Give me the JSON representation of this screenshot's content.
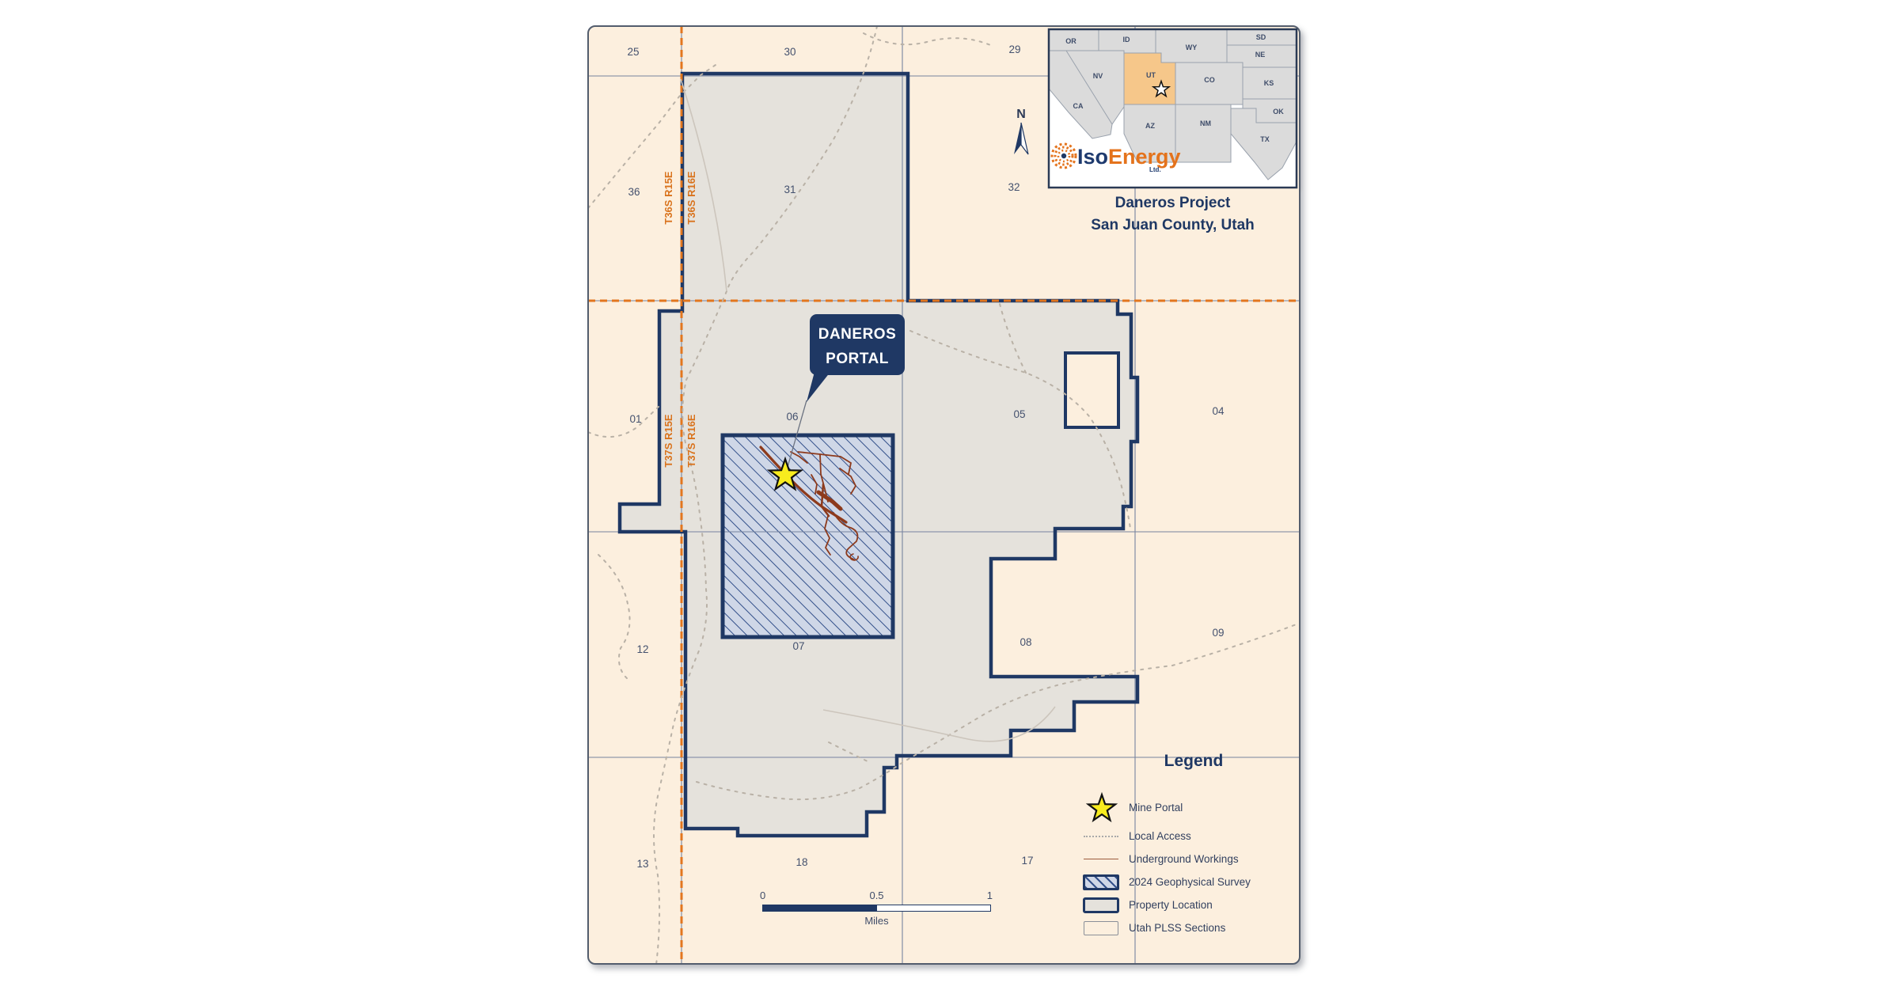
{
  "header": {
    "title_line1": "Daneros Project",
    "title_line2": "San Juan County, Utah"
  },
  "logo": {
    "iso": "Iso",
    "energy": "Energy",
    "suffix": "Ltd."
  },
  "compass": {
    "north": "N"
  },
  "callout": {
    "line1": "DANEROS",
    "line2": "PORTAL"
  },
  "map": {
    "sections": [
      {
        "label": "25"
      },
      {
        "label": "30"
      },
      {
        "label": "29"
      },
      {
        "label": "36"
      },
      {
        "label": "31"
      },
      {
        "label": "32"
      },
      {
        "label": "01"
      },
      {
        "label": "06"
      },
      {
        "label": "05"
      },
      {
        "label": "04"
      },
      {
        "label": "12"
      },
      {
        "label": "07"
      },
      {
        "label": "08"
      },
      {
        "label": "09"
      },
      {
        "label": "13"
      },
      {
        "label": "18"
      },
      {
        "label": "17"
      }
    ],
    "townships": [
      {
        "label": "T36S R15E"
      },
      {
        "label": "T36S R16E"
      },
      {
        "label": "T37S R15E"
      },
      {
        "label": "T37S R16E"
      }
    ]
  },
  "inset": {
    "states": [
      {
        "abbr": "OR"
      },
      {
        "abbr": "ID"
      },
      {
        "abbr": "WY"
      },
      {
        "abbr": "SD"
      },
      {
        "abbr": "NE"
      },
      {
        "abbr": "NV"
      },
      {
        "abbr": "UT"
      },
      {
        "abbr": "CO"
      },
      {
        "abbr": "KS"
      },
      {
        "abbr": "CA"
      },
      {
        "abbr": "AZ"
      },
      {
        "abbr": "NM"
      },
      {
        "abbr": "OK"
      },
      {
        "abbr": "TX"
      }
    ]
  },
  "legend": {
    "title": "Legend",
    "items": [
      {
        "label": "Mine Portal"
      },
      {
        "label": "Local Access"
      },
      {
        "label": "Underground Workings"
      },
      {
        "label": "2024 Geophysical Survey"
      },
      {
        "label": "Property Location"
      },
      {
        "label": "Utah PLSS Sections"
      }
    ]
  },
  "scalebar": {
    "tick0": "0",
    "tick_mid": "0.5",
    "tick1": "1",
    "unit": "Miles"
  },
  "colors": {
    "navy": "#1f3864",
    "township_orange": "#e2761e",
    "brand_orange": "#e4731c",
    "pls_cream": "#fcefde",
    "property_gray": "#e5e2dc",
    "survey_fill": "#cfd7e7",
    "workings_brown": "#8d3a1c",
    "star_yellow": "#f8ec1e"
  }
}
